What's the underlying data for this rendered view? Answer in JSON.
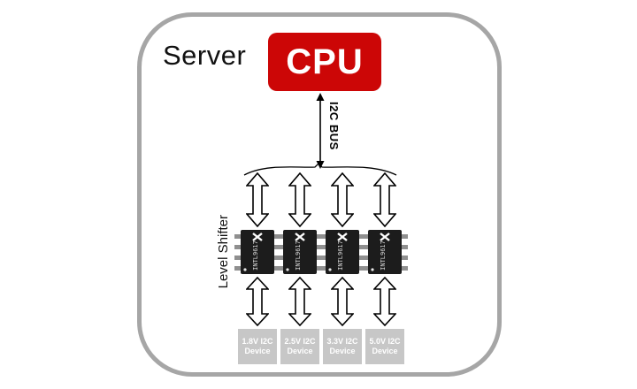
{
  "diagram": {
    "server_label": "Server",
    "cpu_label": "CPU",
    "bus_label": "I2C BUS",
    "level_shifter_label": "Level Shifter",
    "chip_label": "INTL9617",
    "devices": [
      {
        "line1": "1.8V I2C",
        "line2": "Device"
      },
      {
        "line1": "2.5V I2C",
        "line2": "Device"
      },
      {
        "line1": "3.3V I2C",
        "line2": "Device"
      },
      {
        "line1": "5.0V I2C",
        "line2": "Device"
      }
    ],
    "colors": {
      "cpu_red": "#cc0606",
      "boundary_gray": "#a6a6a6",
      "device_gray": "#c7c7c7",
      "chip_black": "#1c1c1c"
    }
  }
}
